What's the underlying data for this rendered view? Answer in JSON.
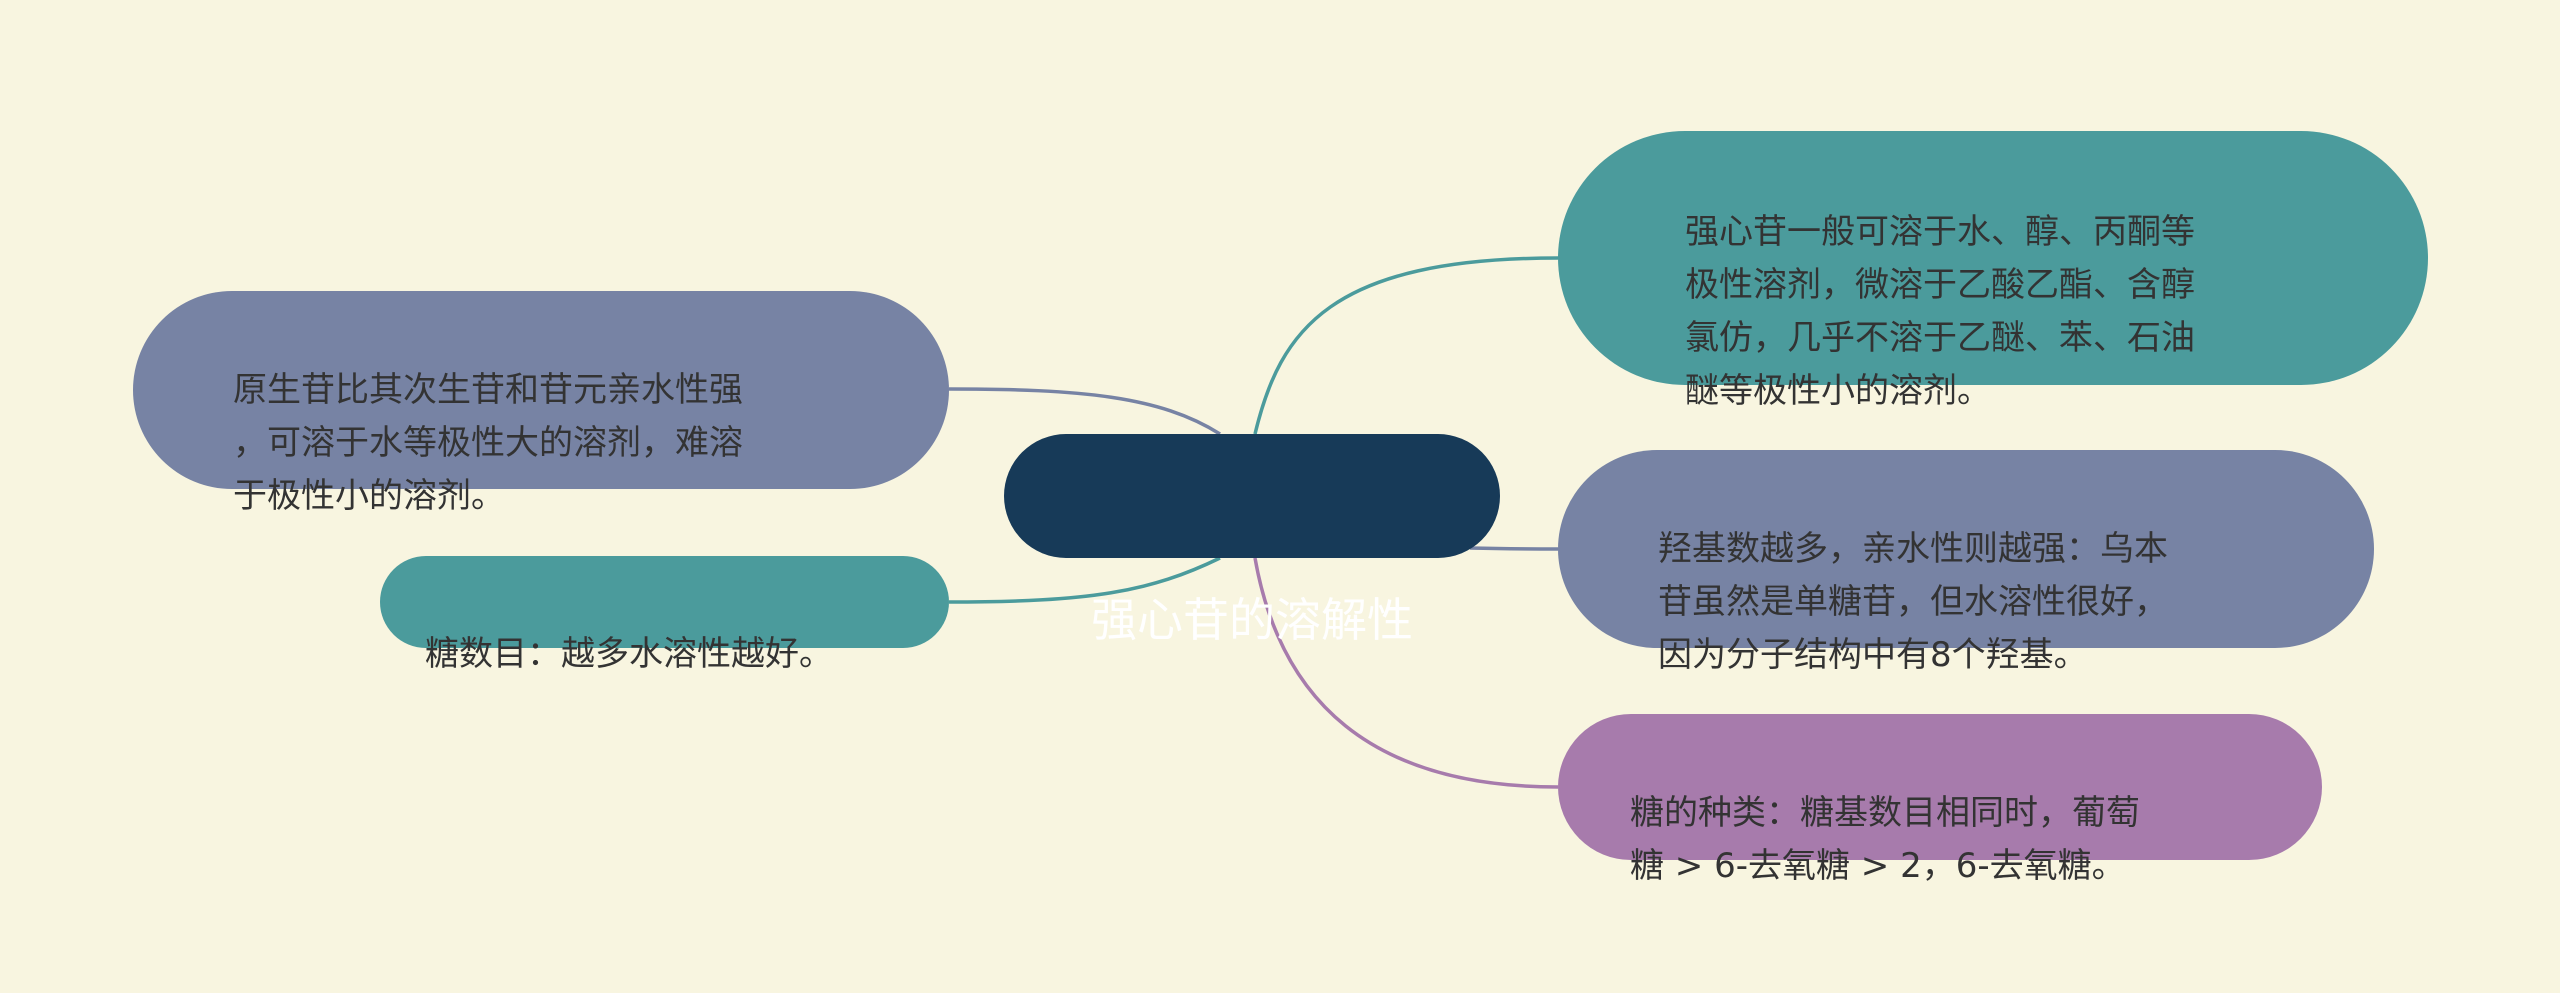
{
  "colors": {
    "background": "#f8f5e0",
    "center_fill": "#173a58",
    "slate": "#7783a4",
    "teal": "#4b9b9c",
    "purple": "#a77bac",
    "text": "#333333",
    "center_text": "#ffffff"
  },
  "mindmap": {
    "center": {
      "label": "强心苷的溶解性"
    },
    "nodes": [
      {
        "side": "left",
        "color": "#7783a4",
        "text": "原生苷比其次生苷和苷元亲水性强\n，可溶于水等极性大的溶剂，难溶\n于极性小的溶剂。"
      },
      {
        "side": "left",
        "color": "#4b9b9c",
        "text": "糖数目：越多水溶性越好。"
      },
      {
        "side": "right",
        "color": "#4b9b9c",
        "text": "强心苷一般可溶于水、醇、丙酮等\n极性溶剂，微溶于乙酸乙酯、含醇\n氯仿，几乎不溶于乙醚、苯、石油\n醚等极性小的溶剂。"
      },
      {
        "side": "right",
        "color": "#7783a4",
        "text": "羟基数越多，亲水性则越强：乌本\n苷虽然是单糖苷，但水溶性很好，\n因为分子结构中有8个羟基。"
      },
      {
        "side": "right",
        "color": "#a77bac",
        "text": "糖的种类：糖基数目相同时，葡萄\n糖 > 6-去氧糖 > 2，6-去氧糖。"
      }
    ]
  }
}
